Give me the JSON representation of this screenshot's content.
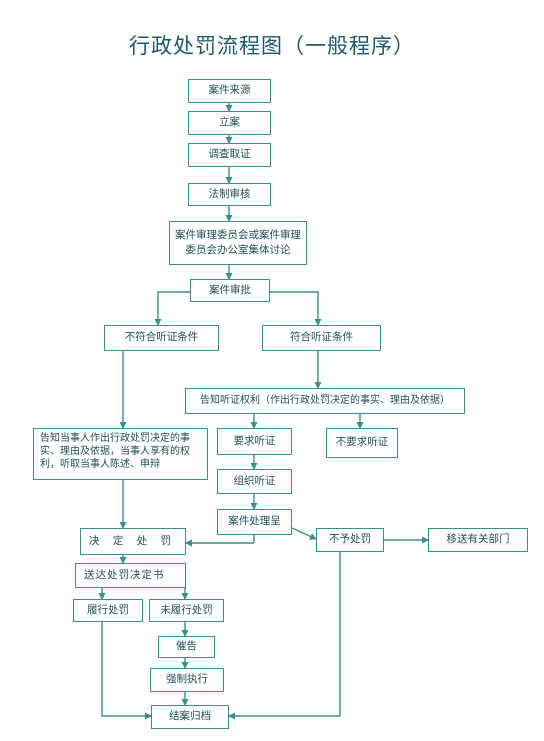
{
  "title": "行政处罚流程图（一般程序）",
  "nodes": {
    "source": "案件来源",
    "register": "立案",
    "investigate": "调查取证",
    "legal_review": "法制审核",
    "committee": "案件审理委员会或案件审理委员会办公室集体讨论",
    "approval": "案件审批",
    "not_hearing": "不符合听证条件",
    "hearing_ok": "符合听证条件",
    "notify_hearing": "告知听证权利（作出行政处罚决定的事实、理由及依据）",
    "notify_party": "告知当事人作出行政处罚决定的事实、理由及依据，当事人享有的权利，听取当事人陈述、申辩",
    "request_hearing": "要求听证",
    "no_request": "不要求听证",
    "organize_hearing": "组织听证",
    "case_report": "案件处理呈",
    "decide": "决 定 处 罚",
    "no_penalty": "不予处罚",
    "transfer": "移送有关部门",
    "deliver": "送达处罚决定书",
    "comply": "履行处罚",
    "not_comply": "未履行处罚",
    "urge": "催告",
    "enforce": "强制执行",
    "close": "结案归档"
  },
  "colors": {
    "line": "#3c8c93",
    "text": "#1f4f55",
    "title": "#1f5a6b"
  }
}
